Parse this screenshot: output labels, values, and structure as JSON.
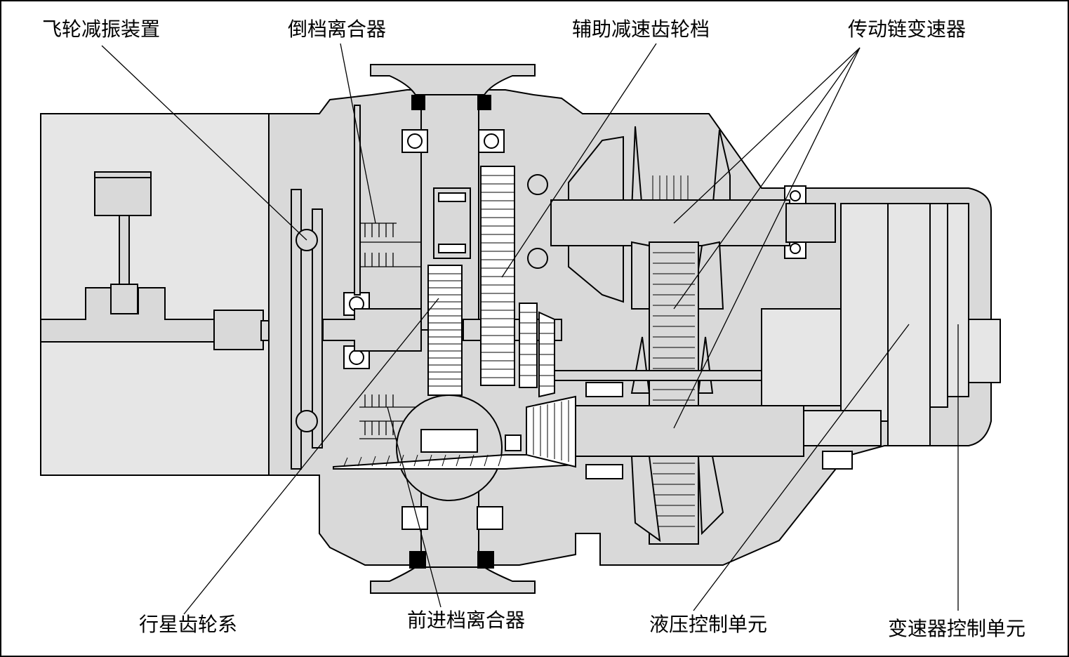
{
  "labels": {
    "flywheel_damper": "飞轮减振装置",
    "reverse_clutch": "倒档离合器",
    "auxiliary_reduction_gear": "辅助减速齿轮档",
    "chain_cvt": "传动链变速器",
    "planetary_gear_set": "行星齿轮系",
    "forward_clutch": "前进档离合器",
    "hydraulic_control_unit": "液压控制单元",
    "transmission_control_unit": "变速器控制单元"
  }
}
